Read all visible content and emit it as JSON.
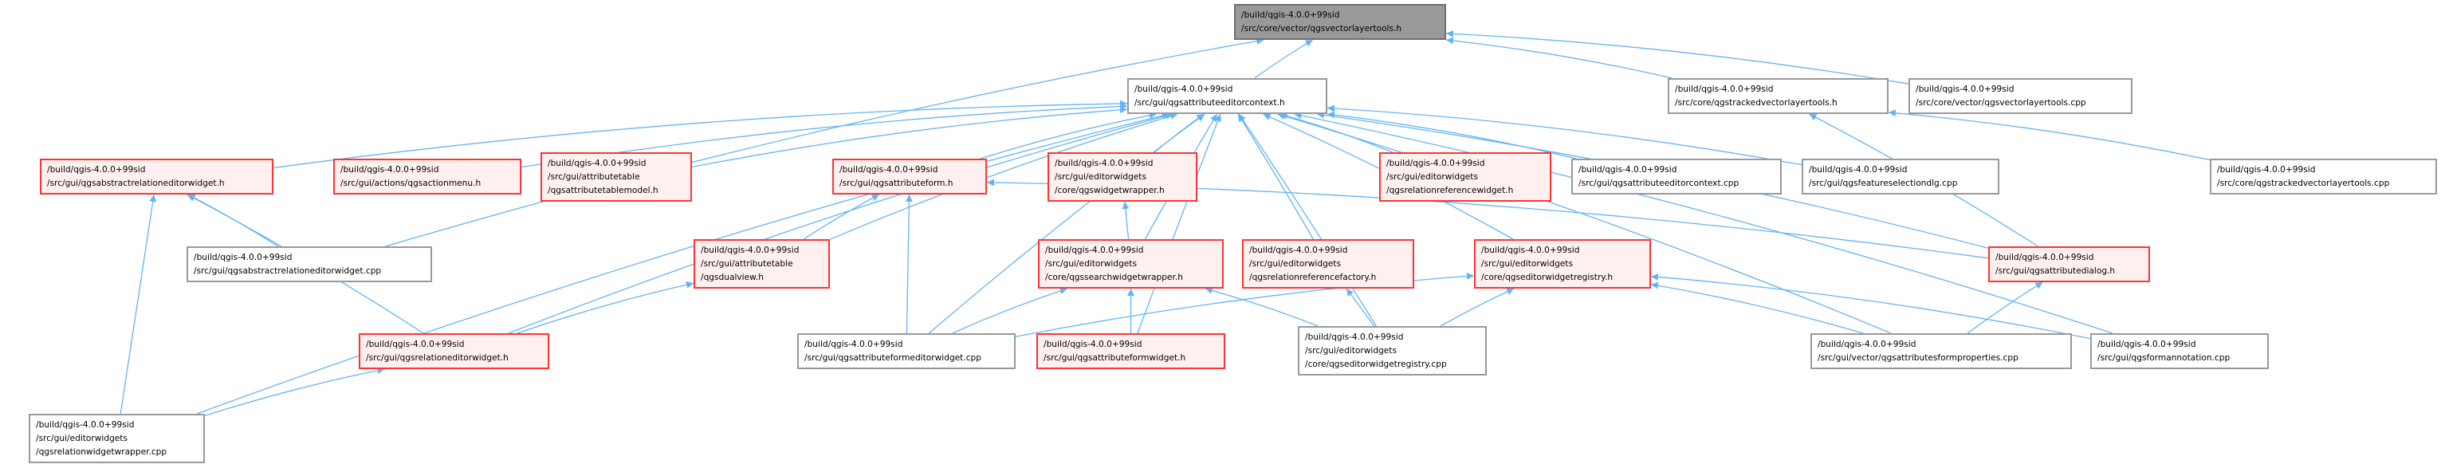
{
  "graph": {
    "colors": {
      "edge": "#63b4f6",
      "focus_fill": "#999999",
      "red_border": "#ff3333",
      "red_fill": "#fff0f0"
    },
    "nodes": [
      {
        "id": "vlt_h",
        "style": "focus",
        "lines": [
          "/build/qgis-4.0.0+99sid",
          "/src/core/vector/qgsvectorlayertools.h"
        ]
      },
      {
        "id": "ctx_h",
        "style": "normal",
        "lines": [
          "/build/qgis-4.0.0+99sid",
          "/src/gui/qgsattributeeditorcontext.h"
        ]
      },
      {
        "id": "tracked_h",
        "style": "normal",
        "lines": [
          "/build/qgis-4.0.0+99sid",
          "/src/core/qgstrackedvectorlayertools.h"
        ]
      },
      {
        "id": "vlt_cpp",
        "style": "normal",
        "lines": [
          "/build/qgis-4.0.0+99sid",
          "/src/core/vector/qgsvectorlayertools.cpp"
        ]
      },
      {
        "id": "absrel_h",
        "style": "red",
        "lines": [
          "/build/qgis-4.0.0+99sid",
          "/src/gui/qgsabstractrelationeditorwidget.h"
        ]
      },
      {
        "id": "actionmenu_h",
        "style": "red",
        "lines": [
          "/build/qgis-4.0.0+99sid",
          "/src/gui/actions/qgsactionmenu.h"
        ]
      },
      {
        "id": "tablemodel_h",
        "style": "red",
        "lines": [
          "/build/qgis-4.0.0+99sid",
          "/src/gui/attributetable",
          "/qgsattributetablemodel.h"
        ]
      },
      {
        "id": "attrform_h",
        "style": "red",
        "lines": [
          "/build/qgis-4.0.0+99sid",
          "/src/gui/qgsattributeform.h"
        ]
      },
      {
        "id": "widgetwrapper_h",
        "style": "red",
        "lines": [
          "/build/qgis-4.0.0+99sid",
          "/src/gui/editorwidgets",
          "/core/qgswidgetwrapper.h"
        ]
      },
      {
        "id": "relrefwidget_h",
        "style": "red",
        "lines": [
          "/build/qgis-4.0.0+99sid",
          "/src/gui/editorwidgets",
          "/qgsrelationreferencewidget.h"
        ]
      },
      {
        "id": "ctx_cpp",
        "style": "normal",
        "lines": [
          "/build/qgis-4.0.0+99sid",
          "/src/gui/qgsattributeeditorcontext.cpp"
        ]
      },
      {
        "id": "featsel_cpp",
        "style": "normal",
        "lines": [
          "/build/qgis-4.0.0+99sid",
          "/src/gui/qgsfeatureselectiondlg.cpp"
        ]
      },
      {
        "id": "tracked_cpp",
        "style": "normal",
        "lines": [
          "/build/qgis-4.0.0+99sid",
          "/src/core/qgstrackedvectorlayertools.cpp"
        ]
      },
      {
        "id": "absrel_cpp",
        "style": "normal",
        "lines": [
          "/build/qgis-4.0.0+99sid",
          "/src/gui/qgsabstractrelationeditorwidget.cpp"
        ]
      },
      {
        "id": "dualview_h",
        "style": "red",
        "lines": [
          "/build/qgis-4.0.0+99sid",
          "/src/gui/attributetable",
          "/qgsdualview.h"
        ]
      },
      {
        "id": "searchww_h",
        "style": "red",
        "lines": [
          "/build/qgis-4.0.0+99sid",
          "/src/gui/editorwidgets",
          "/core/qgssearchwidgetwrapper.h"
        ]
      },
      {
        "id": "relreffactory_h",
        "style": "red",
        "lines": [
          "/build/qgis-4.0.0+99sid",
          "/src/gui/editorwidgets",
          "/qgsrelationreferencefactory.h"
        ]
      },
      {
        "id": "ewreg_h",
        "style": "red",
        "lines": [
          "/build/qgis-4.0.0+99sid",
          "/src/gui/editorwidgets",
          "/core/qgseditorwidgetregistry.h"
        ]
      },
      {
        "id": "attrdialog_h",
        "style": "red",
        "lines": [
          "/build/qgis-4.0.0+99sid",
          "/src/gui/qgsattributedialog.h"
        ]
      },
      {
        "id": "releditor_h",
        "style": "red",
        "lines": [
          "/build/qgis-4.0.0+99sid",
          "/src/gui/qgsrelationeditorwidget.h"
        ]
      },
      {
        "id": "formeditorwidget_cpp",
        "style": "normal",
        "lines": [
          "/build/qgis-4.0.0+99sid",
          "/src/gui/qgsattributeformeditorwidget.cpp"
        ]
      },
      {
        "id": "formwidget_h",
        "style": "red",
        "lines": [
          "/build/qgis-4.0.0+99sid",
          "/src/gui/qgsattributeformwidget.h"
        ]
      },
      {
        "id": "ewreg_cpp",
        "style": "normal",
        "lines": [
          "/build/qgis-4.0.0+99sid",
          "/src/gui/editorwidgets",
          "/core/qgseditorwidgetregistry.cpp"
        ]
      },
      {
        "id": "formprops_cpp",
        "style": "normal",
        "lines": [
          "/build/qgis-4.0.0+99sid",
          "/src/gui/vector/qgsattributesformproperties.cpp"
        ]
      },
      {
        "id": "formannotation_cpp",
        "style": "normal",
        "lines": [
          "/build/qgis-4.0.0+99sid",
          "/src/gui/qgsformannotation.cpp"
        ]
      },
      {
        "id": "relwrapper_cpp",
        "style": "normal",
        "lines": [
          "/build/qgis-4.0.0+99sid",
          "/src/gui/editorwidgets",
          "/qgsrelationwidgetwrapper.cpp"
        ]
      }
    ],
    "edges": [
      [
        "ctx_h",
        "vlt_h"
      ],
      [
        "tracked_h",
        "vlt_h"
      ],
      [
        "vlt_cpp",
        "vlt_h"
      ],
      [
        "absrel_cpp",
        "vlt_h"
      ],
      [
        "absrel_h",
        "ctx_h"
      ],
      [
        "actionmenu_h",
        "ctx_h"
      ],
      [
        "tablemodel_h",
        "ctx_h"
      ],
      [
        "attrform_h",
        "ctx_h"
      ],
      [
        "widgetwrapper_h",
        "ctx_h"
      ],
      [
        "relrefwidget_h",
        "ctx_h"
      ],
      [
        "ctx_cpp",
        "ctx_h"
      ],
      [
        "featsel_cpp",
        "ctx_h"
      ],
      [
        "relwrapper_cpp",
        "ctx_h"
      ],
      [
        "dualview_h",
        "ctx_h"
      ],
      [
        "releditor_h",
        "ctx_h"
      ],
      [
        "formeditorwidget_cpp",
        "ctx_h"
      ],
      [
        "formwidget_h",
        "ctx_h"
      ],
      [
        "searchww_h",
        "ctx_h"
      ],
      [
        "relreffactory_h",
        "ctx_h"
      ],
      [
        "ewreg_h",
        "ctx_h"
      ],
      [
        "ewreg_cpp",
        "ctx_h"
      ],
      [
        "attrdialog_h",
        "ctx_h"
      ],
      [
        "formprops_cpp",
        "ctx_h"
      ],
      [
        "formannotation_cpp",
        "ctx_h"
      ],
      [
        "tracked_cpp",
        "tracked_h"
      ],
      [
        "attrdialog_h",
        "tracked_h"
      ],
      [
        "absrel_cpp",
        "absrel_h"
      ],
      [
        "releditor_h",
        "absrel_h"
      ],
      [
        "relwrapper_cpp",
        "absrel_h"
      ],
      [
        "dualview_h",
        "attrform_h"
      ],
      [
        "formeditorwidget_cpp",
        "attrform_h"
      ],
      [
        "attrdialog_h",
        "attrform_h"
      ],
      [
        "releditor_h",
        "dualview_h"
      ],
      [
        "relwrapper_cpp",
        "releditor_h"
      ],
      [
        "searchww_h",
        "widgetwrapper_h"
      ],
      [
        "formeditorwidget_cpp",
        "searchww_h"
      ],
      [
        "formwidget_h",
        "searchww_h"
      ],
      [
        "ewreg_cpp",
        "searchww_h"
      ],
      [
        "ewreg_cpp",
        "relreffactory_h"
      ],
      [
        "formeditorwidget_cpp",
        "ewreg_h"
      ],
      [
        "ewreg_cpp",
        "ewreg_h"
      ],
      [
        "formprops_cpp",
        "ewreg_h"
      ],
      [
        "formannotation_cpp",
        "ewreg_h"
      ],
      [
        "formprops_cpp",
        "attrdialog_h"
      ]
    ]
  }
}
